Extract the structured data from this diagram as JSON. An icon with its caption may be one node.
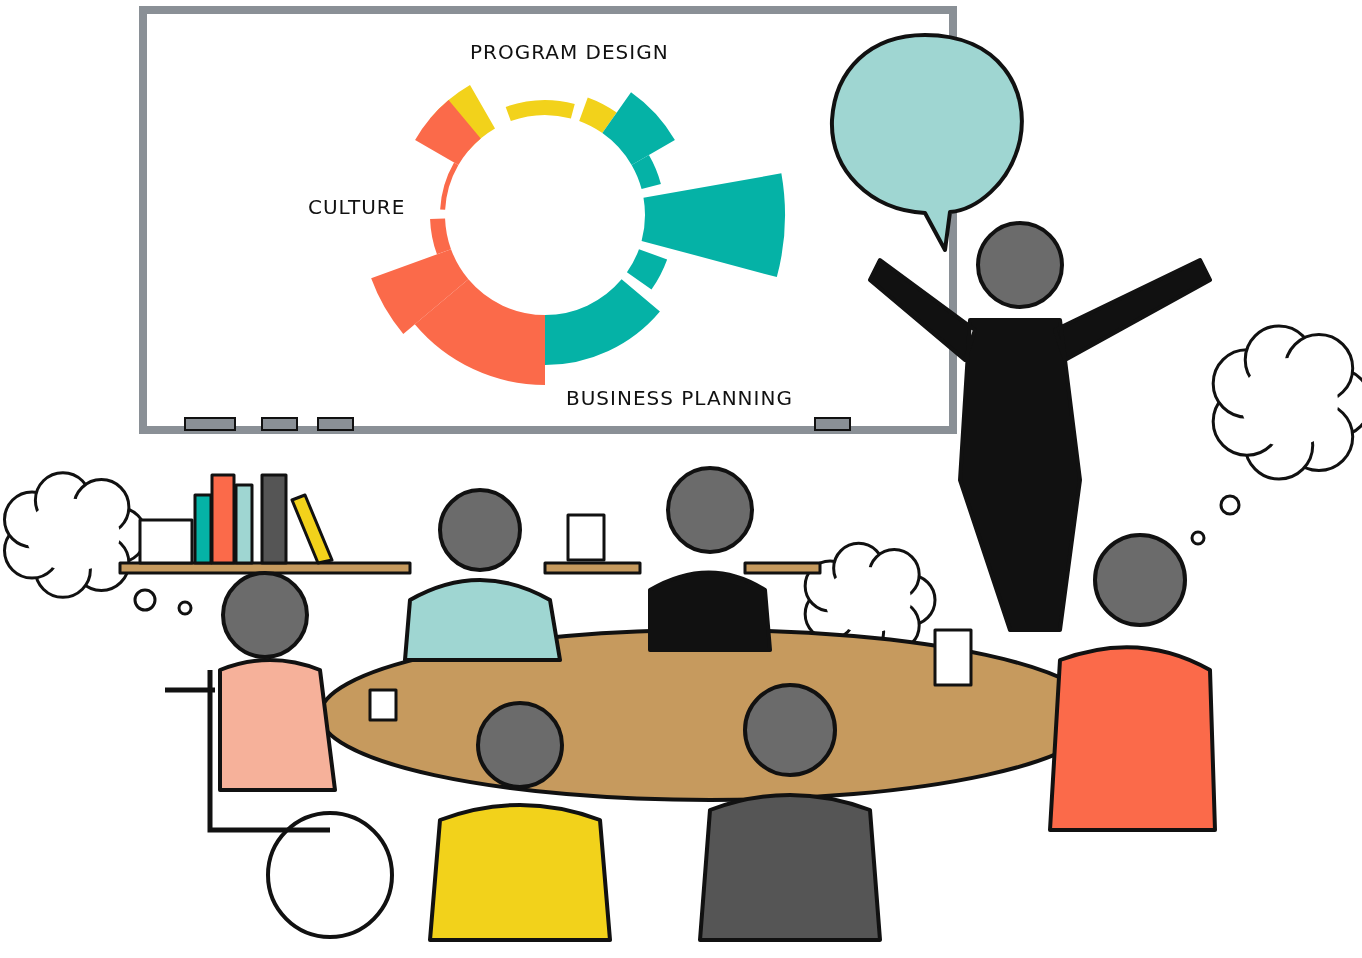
{
  "diagram": {
    "labels": [
      "PROGRAM DESIGN",
      "CULTURE",
      "BUSINESS PLANNING"
    ]
  }
}
